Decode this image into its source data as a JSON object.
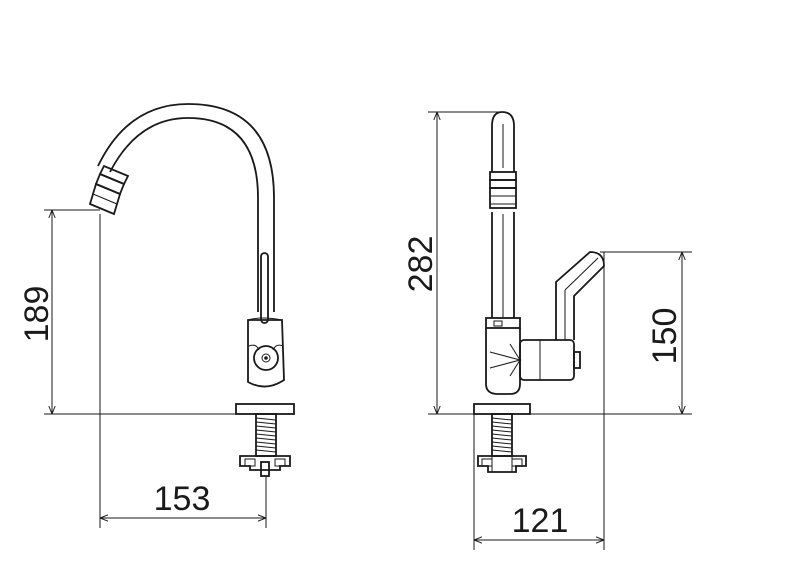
{
  "dimensions": {
    "front_height": "189",
    "front_reach": "153",
    "side_total_height": "282",
    "side_handle_height": "150",
    "side_depth": "121"
  },
  "colors": {
    "line": "#1a1a1a",
    "background": "#ffffff"
  }
}
